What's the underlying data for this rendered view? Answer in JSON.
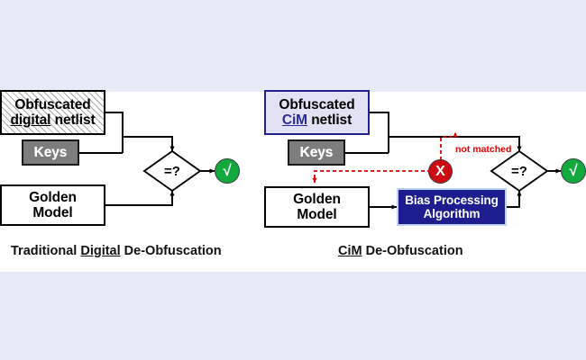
{
  "figure": {
    "background_color": "#e7eaf7",
    "panel_color": "#ffffff"
  },
  "palette": {
    "navy": "#1d1d8f",
    "cim_fill": "#e2e2f4",
    "cim_border": "#22228c",
    "keys_fill": "#7d7d7d",
    "green": "#12a83e",
    "red": "#cc0d14",
    "annotation_red": "#e00000",
    "outline": "#000000"
  },
  "left_panel": {
    "caption": {
      "prefix": "Traditional ",
      "emphasis": "Digital",
      "suffix": " De-Obfuscation"
    },
    "nodes": {
      "obfuscated_netlist": {
        "line1": "Obfuscated",
        "line2_emphasis": "digital",
        "line2_rest": " netlist",
        "style": "hatched"
      },
      "keys": {
        "label": "Keys"
      },
      "golden_model": {
        "line1": "Golden",
        "line2": "Model"
      },
      "comparator": {
        "label": "=?"
      },
      "result": {
        "glyph": "√",
        "meaning": "matched-ok"
      }
    }
  },
  "right_panel": {
    "caption": {
      "emphasis": "CiM",
      "suffix": " De-Obfuscation"
    },
    "nodes": {
      "obfuscated_netlist": {
        "line1": "Obfuscated",
        "line2_emphasis": "CiM",
        "line2_rest": " netlist",
        "style": "cim"
      },
      "keys": {
        "label": "Keys"
      },
      "golden_model": {
        "line1": "Golden",
        "line2": "Model"
      },
      "bias_processing": {
        "line1": "Bias Processing",
        "line2": "Algorithm"
      },
      "mismatch": {
        "glyph": "X",
        "meaning": "not-matched"
      },
      "comparator": {
        "label": "=?"
      },
      "result": {
        "glyph": "√",
        "meaning": "matched-ok"
      }
    },
    "annotations": {
      "not_matched": "not matched"
    }
  }
}
